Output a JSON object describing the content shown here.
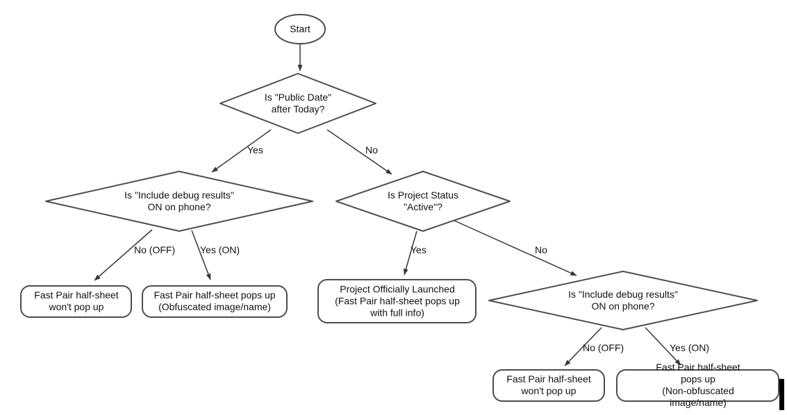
{
  "colors": {
    "background": "#ffffff",
    "shape_stroke": "#4d4d4d",
    "arrow_stroke": "#363636",
    "text": "#111111",
    "caret": "#000000"
  },
  "nodes": {
    "start": {
      "shape": "ellipse",
      "label": "Start"
    },
    "decision_public_date": {
      "shape": "diamond",
      "label": "Is \"Public Date\"\nafter Today?"
    },
    "decision_debug_left": {
      "shape": "diamond",
      "label": "Is \"Include debug results\"\nON on phone?"
    },
    "decision_project_status": {
      "shape": "diamond",
      "label": "Is Project Status\n\"Active\"?"
    },
    "decision_debug_right": {
      "shape": "diamond",
      "label": "Is \"Include debug results\"\nON on phone?"
    },
    "result_no_popup_left": {
      "shape": "rounded-rect",
      "label": "Fast Pair half-sheet\nwon't pop up"
    },
    "result_obfuscated": {
      "shape": "rounded-rect",
      "label": "Fast Pair half-sheet pops up\n(Obfuscated image/name)"
    },
    "result_launched": {
      "shape": "rounded-rect",
      "label": "Project Officially Launched\n(Fast Pair half-sheet pops up\nwith full info)"
    },
    "result_no_popup_right": {
      "shape": "rounded-rect",
      "label": "Fast Pair half-sheet\nwon't pop up"
    },
    "result_non_obfuscated": {
      "shape": "rounded-rect",
      "label": "Fast Pair half-sheet pops up\n(Non-obfuscated image/name)"
    }
  },
  "edge_labels": {
    "public_date_yes": "Yes",
    "public_date_no": "No",
    "debug_left_no": "No (OFF)",
    "debug_left_yes": "Yes (ON)",
    "project_status_yes": "Yes",
    "project_status_no": "No",
    "debug_right_no": "No (OFF)",
    "debug_right_yes": "Yes (ON)"
  }
}
